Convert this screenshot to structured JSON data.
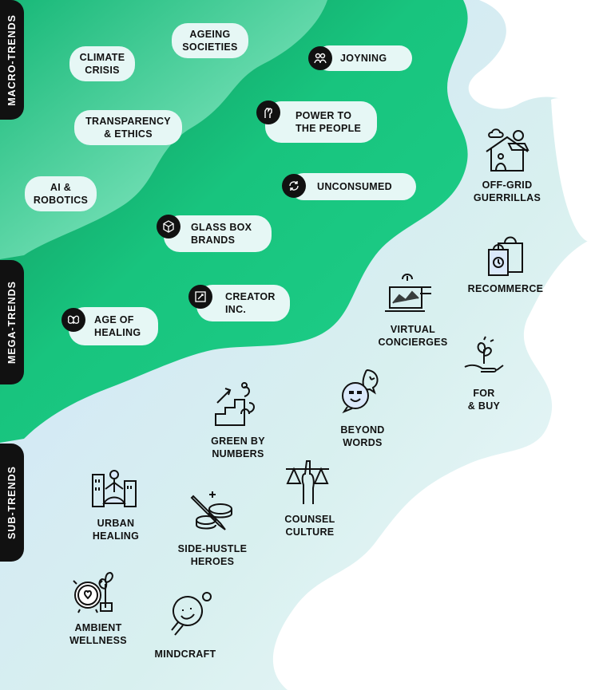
{
  "tiers": {
    "macro": "MACRO-TRENDS",
    "mega": "MEGA-TRENDS",
    "sub": "SUB-TRENDS"
  },
  "macro_trends": {
    "ageing": "AGEING\nSOCIETIES",
    "climate": "CLIMATE\nCRISIS",
    "transparency": "TRANSPARENCY\n& ETHICS",
    "ai": "AI &\nROBOTICS"
  },
  "mega_trends": {
    "joyning": "JOYNING",
    "power": "POWER TO\nTHE PEOPLE",
    "unconsumed": "UNCONSUMED",
    "glassbox": "GLASS BOX\nBRANDS",
    "creator": "CREATOR\nINC.",
    "healing": "AGE OF\nHEALING"
  },
  "sub_trends": {
    "offgrid": "OFF-GRID\nGUERRILLAS",
    "recommerce": "RECOMMERCE",
    "concierges": "VIRTUAL\nCONCIERGES",
    "forbuy": "FOR\n& BUY",
    "beyond": "BEYOND\nWORDS",
    "green": "GREEN BY\nNUMBERS",
    "counsel": "COUNSEL\nCULTURE",
    "urban": "URBAN\nHEALING",
    "sidehustle": "SIDE-HUSTLE\nHEROES",
    "ambient": "AMBIENT\nWELLNESS",
    "mindcraft": "MINDCRAFT"
  },
  "colors": {
    "dark_green": "#0b7d52",
    "mid_green": "#17c27c",
    "light_green": "#8fe3c4",
    "pale_blue": "#d6e6fb",
    "pill": "#e6f7f5",
    "ink": "#111111"
  }
}
